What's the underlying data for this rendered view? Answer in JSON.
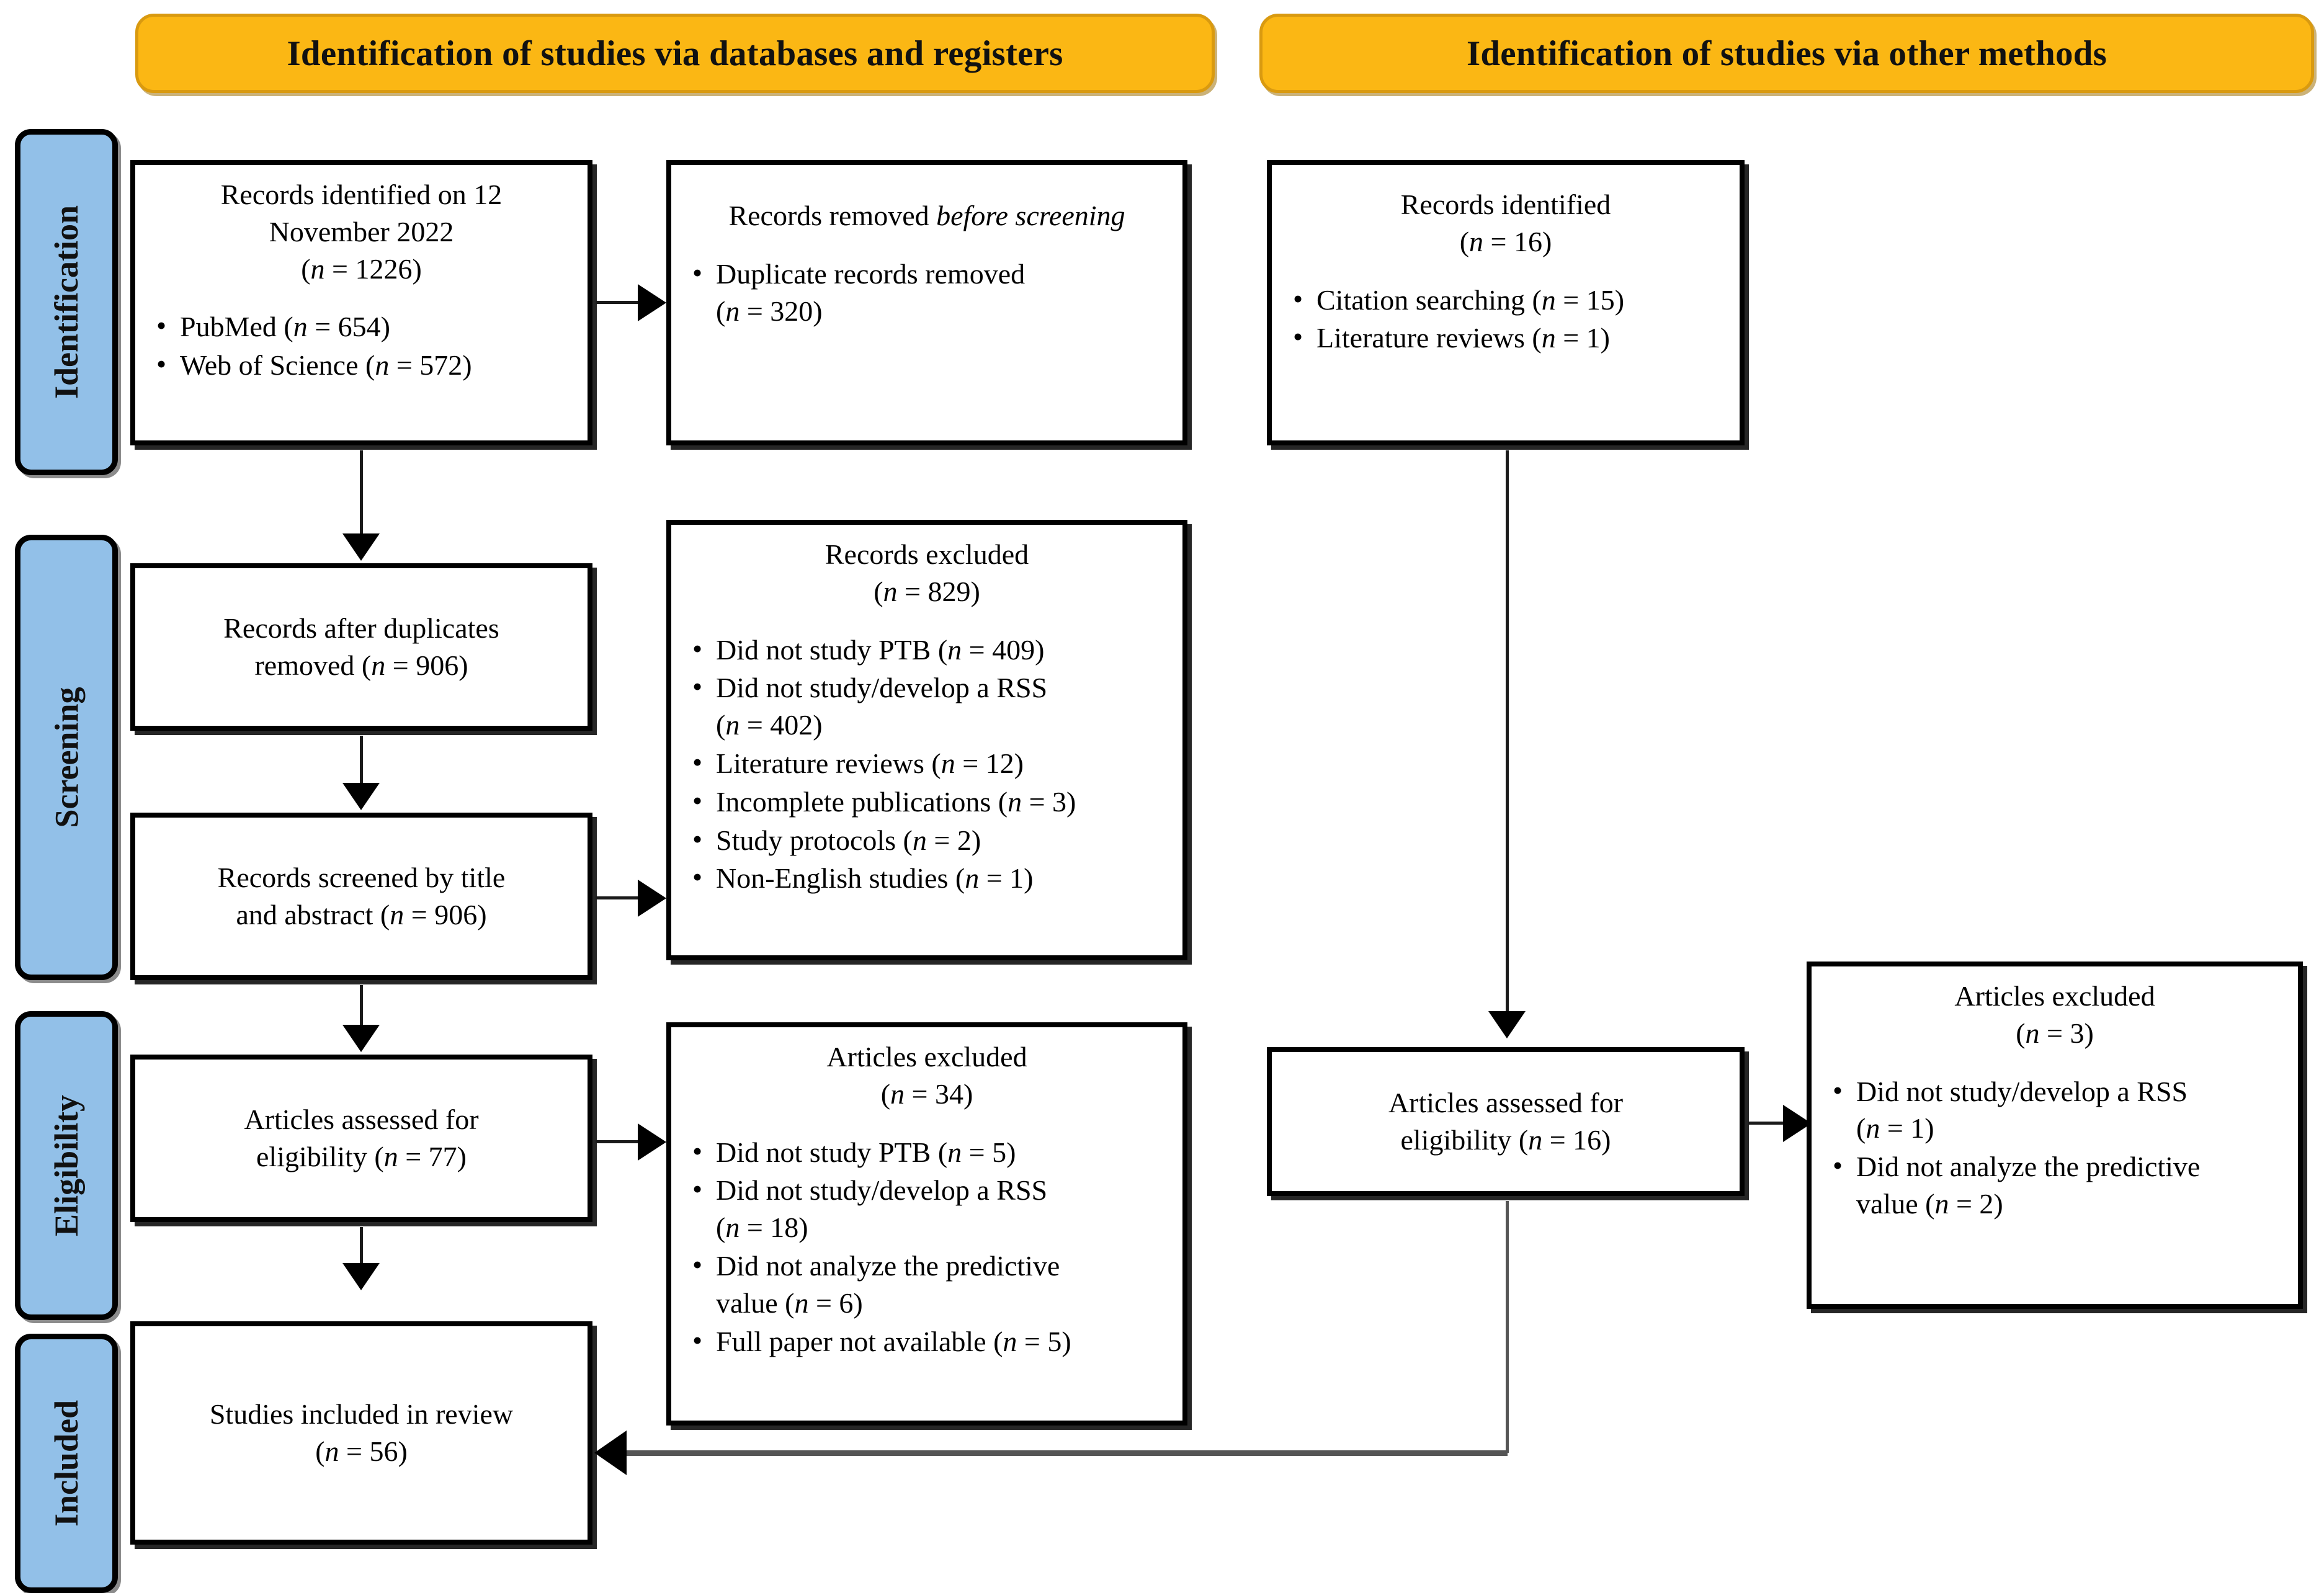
{
  "figure": {
    "type": "PRISMA flow diagram",
    "banners": [
      {
        "id": "databases",
        "label": "Identification of studies via databases and registers"
      },
      {
        "id": "other",
        "label": "Identification of studies via other methods"
      }
    ],
    "stage_labels": [
      {
        "id": "identification",
        "label": "Identification"
      },
      {
        "id": "screening",
        "label": "Screening"
      },
      {
        "id": "eligibility",
        "label": "Eligibility"
      },
      {
        "id": "included",
        "label": "Included"
      }
    ],
    "colors": {
      "banner_fill": "#FBB714",
      "banner_border": "#D99A10",
      "stage_label_fill": "#92C0E8",
      "box_border": "#000000",
      "connector": "#1a1a1a",
      "merge_connector": "#555555"
    }
  },
  "boxes": {
    "records_identified_db": {
      "title_line1": "Records identified on 12",
      "title_line2": "November 2022",
      "count": "(n = 1226)",
      "items": [
        "PubMed (n = 654)",
        "Web of Science (n = 572)"
      ]
    },
    "records_removed": {
      "title_plain": "Records removed ",
      "title_italic": "before screening",
      "items_line1": "Duplicate records removed",
      "items_line2": "(n = 320)"
    },
    "records_after_duplicates": {
      "line1": "Records after duplicates",
      "line2": "removed (n = 906)"
    },
    "records_excluded": {
      "title": "Records excluded",
      "count": "(n = 829)",
      "items": [
        "Did not study PTB (n = 409)",
        "Did not study/develop a RSS",
        "(n = 402)",
        "Literature reviews (n = 12)",
        "Incomplete publications (n = 3)",
        "Study protocols (n = 2)",
        "Non-English studies (n = 1)"
      ]
    },
    "records_screened": {
      "line1": "Records screened by title",
      "line2": "and abstract (n = 906)"
    },
    "articles_assessed_db": {
      "line1": "Articles assessed for",
      "line2": "eligibility (n = 77)"
    },
    "articles_excluded_db": {
      "title": "Articles excluded",
      "count": "(n = 34)",
      "items": [
        "Did not study PTB (n = 5)",
        "Did not study/develop a RSS",
        "(n = 18)",
        "Did not analyze the predictive",
        "value (n = 6)",
        "Full paper not available (n = 5)"
      ]
    },
    "studies_included": {
      "line1": "Studies included in review",
      "line2": "(n = 56)"
    },
    "records_identified_other": {
      "title": "Records identified",
      "count": "(n = 16)",
      "items": [
        "Citation searching (n = 15)",
        "Literature reviews (n = 1)"
      ]
    },
    "articles_assessed_other": {
      "line1": "Articles assessed for",
      "line2": "eligibility (n = 16)"
    },
    "articles_excluded_other": {
      "title": "Articles excluded",
      "count": "(n = 3)",
      "items": [
        "Did not study/develop a RSS",
        "(n = 1)",
        "Did not analyze the predictive",
        "value (n = 2)"
      ]
    }
  }
}
